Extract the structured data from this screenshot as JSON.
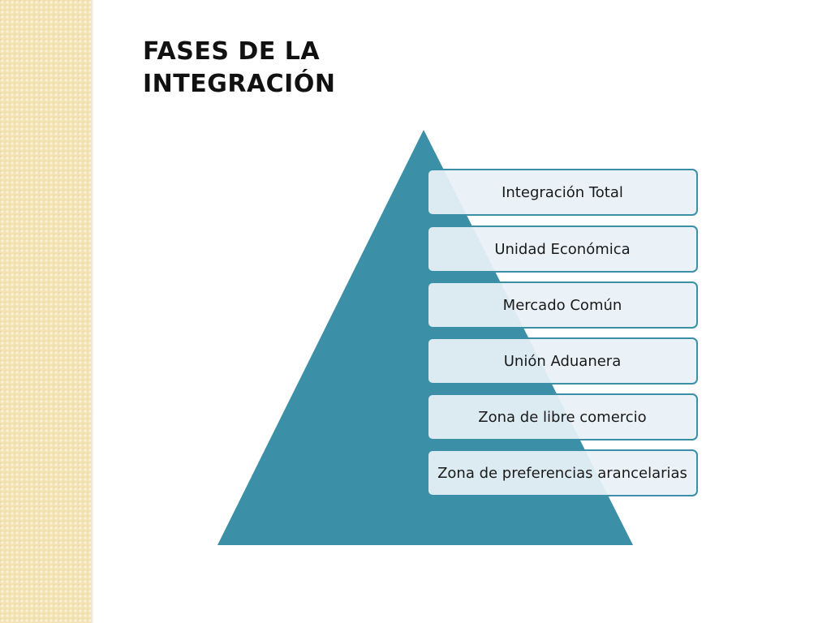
{
  "slide": {
    "title_line1": "FASES DE LA",
    "title_line2": "INTEGRACIÓN"
  },
  "diagram": {
    "type": "pyramid",
    "fill_color": "#3b8fa6",
    "box_border_color": "#3b8fa6",
    "box_fill_color": "#e8f1f6",
    "side_band_color": "#f3e3b3",
    "levels": [
      {
        "label": "Integración Total"
      },
      {
        "label": "Unidad Económica"
      },
      {
        "label": "Mercado Común"
      },
      {
        "label": "Unión Aduanera"
      },
      {
        "label": "Zona de libre comercio"
      },
      {
        "label": "Zona de preferencias arancelarias"
      }
    ]
  }
}
